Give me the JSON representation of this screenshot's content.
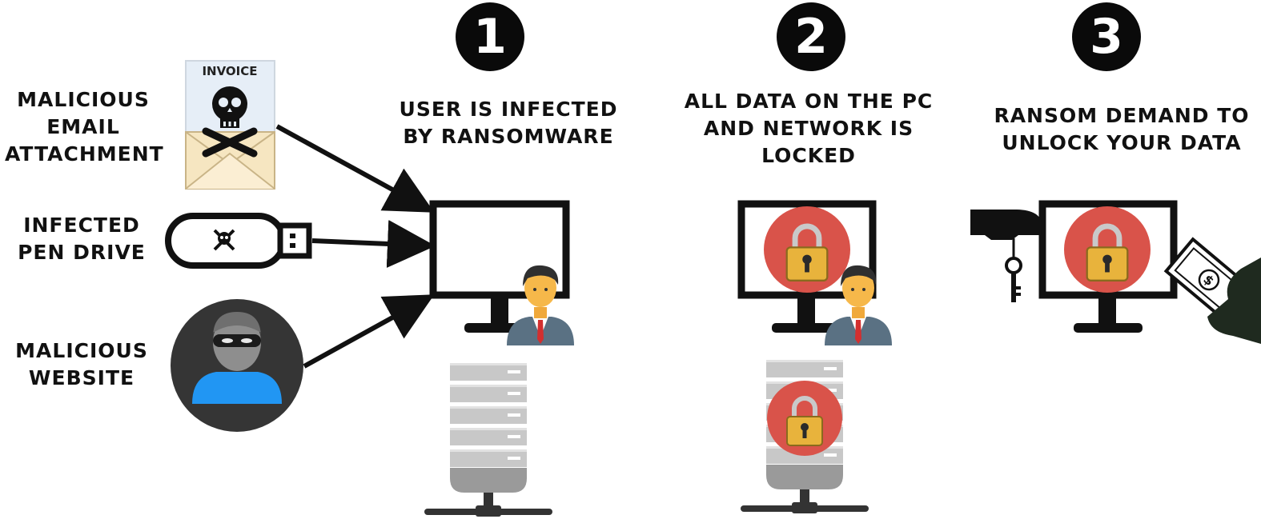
{
  "sources": [
    {
      "label": "MALICIOUS\nEMAIL\nATTACHMENT",
      "icon": "invoice-envelope-icon",
      "doc_text": "INVOICE"
    },
    {
      "label": "INFECTED\nPEN DRIVE",
      "icon": "usb-drive-icon"
    },
    {
      "label": "MALICIOUS\nWEBSITE",
      "icon": "hacker-icon"
    }
  ],
  "steps": [
    {
      "number": "1",
      "caption": "USER IS INFECTED\nBY RANSOMWARE"
    },
    {
      "number": "2",
      "caption": "ALL DATA ON THE PC\nAND NETWORK IS\nLOCKED"
    },
    {
      "number": "3",
      "caption": "RANSOM DEMAND TO\nUNLOCK YOUR DATA"
    }
  ],
  "colors": {
    "lock_red": "#d9534a",
    "lock_gold": "#e8b33c",
    "hacker_blue": "#2196f3",
    "server_grey": "#c8c8c8",
    "outline": "#111111"
  }
}
